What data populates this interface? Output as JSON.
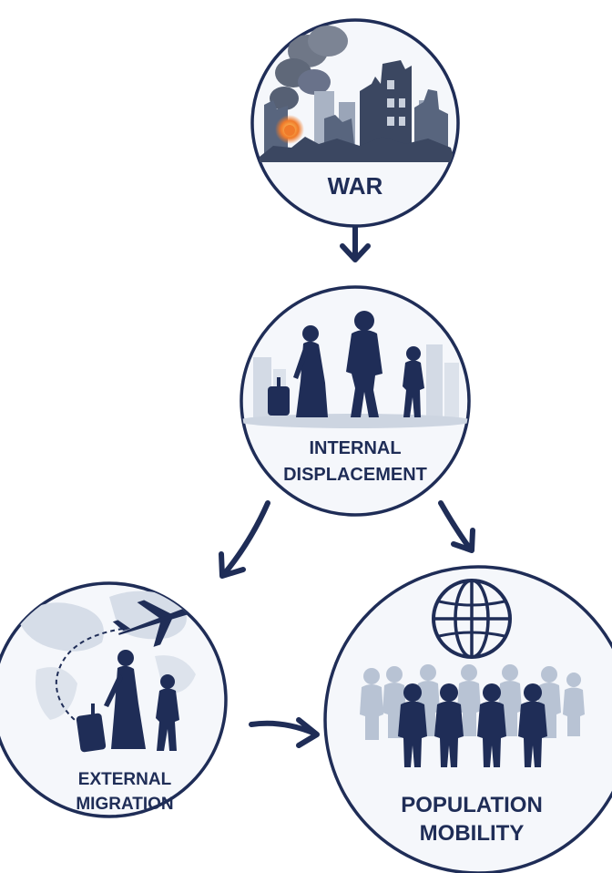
{
  "nodes": {
    "war": {
      "label": "WAR"
    },
    "internal_displacement": {
      "label_line1": "INTERNAL",
      "label_line2": "DISPLACEMENT"
    },
    "external_migration": {
      "label_line1": "EXTERNAL",
      "label_line2": "MIGRATION"
    },
    "population_mobility": {
      "label_line1": "POPULATION",
      "label_line2": "MOBILITY"
    }
  },
  "colors": {
    "primary": "#1f2d57",
    "circle_fill": "#f5f7fb",
    "faded_figures": "#b8c3d4",
    "fire": "#f07a2a"
  },
  "icons": {
    "war": "destroyed-city-icon",
    "internal_displacement": "fleeing-family-icon",
    "external_migration": "airplane-globe-icon",
    "population_mobility": "globe-people-icon"
  }
}
